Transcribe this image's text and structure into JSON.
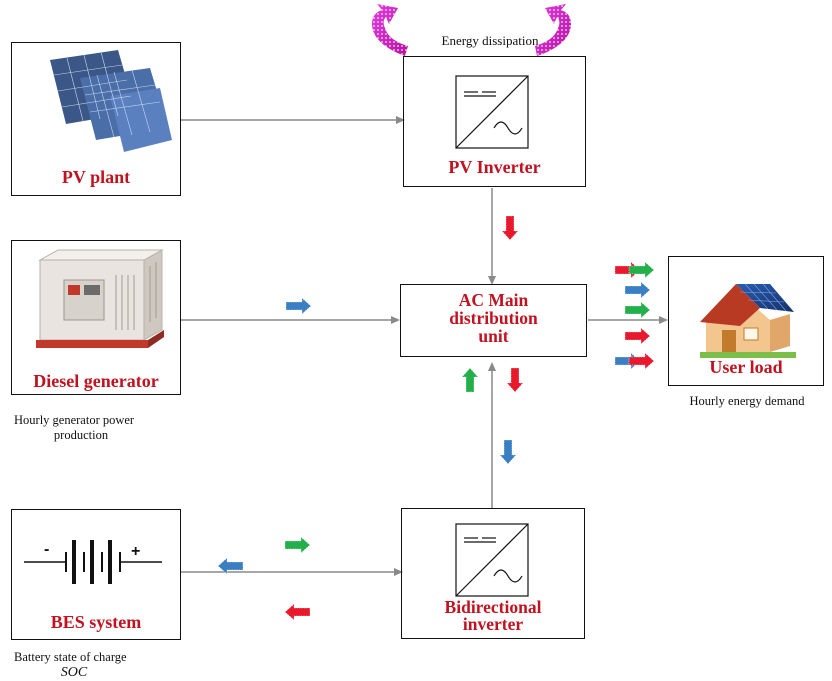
{
  "nodes": {
    "pv_plant": {
      "label": "PV plant"
    },
    "pv_inverter": {
      "label": "PV Inverter"
    },
    "diesel": {
      "label": "Diesel generator"
    },
    "main_unit": {
      "label_lines": [
        "AC Main",
        "distribution",
        "unit"
      ]
    },
    "user_load": {
      "label": "User load"
    },
    "bes": {
      "label": "BES system"
    },
    "bidirectional": {
      "label_lines": [
        "Bidirectional",
        "inverter"
      ]
    }
  },
  "annotations": {
    "energy_dissipation": "Energy dissipation",
    "generator_note": [
      "Hourly generator power",
      "production"
    ],
    "demand_note": "Hourly energy demand",
    "battery_note": "Battery state of charge",
    "battery_soc": "SOC"
  },
  "battery_symbol": {
    "minus": "-",
    "plus": "+"
  },
  "colors": {
    "title_red": "#c1121f",
    "flow_red": "#e8192c",
    "flow_blue": "#3a7fc4",
    "flow_green": "#23b04a",
    "dissipation_magenta": "#c21fc0"
  }
}
